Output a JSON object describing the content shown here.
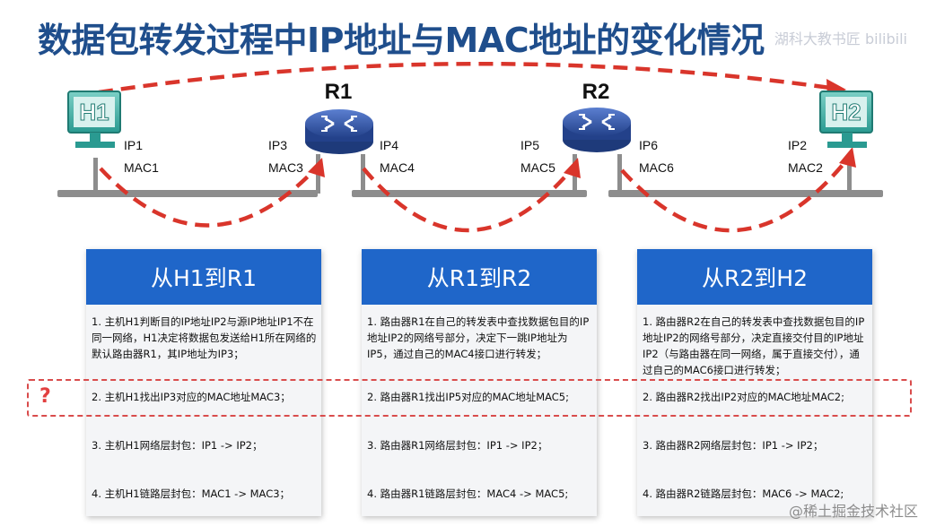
{
  "title": "数据包转发过程中IP地址与MAC地址的变化情况",
  "watermark_top": "湖科大教书匠 bilibili",
  "watermark_bottom": "@稀土掘金技术社区",
  "hosts": {
    "h1": {
      "label": "H1"
    },
    "h2": {
      "label": "H2"
    }
  },
  "routers": {
    "r1": {
      "label": "R1"
    },
    "r2": {
      "label": "R2"
    }
  },
  "interfaces": [
    {
      "ip": "IP1",
      "mac": "MAC1"
    },
    {
      "ip": "IP3",
      "mac": "MAC3"
    },
    {
      "ip": "IP4",
      "mac": "MAC4"
    },
    {
      "ip": "IP5",
      "mac": "MAC5"
    },
    {
      "ip": "IP6",
      "mac": "MAC6"
    },
    {
      "ip": "IP2",
      "mac": "MAC2"
    }
  ],
  "question_mark": "?",
  "cards": [
    {
      "title": "从H1到R1",
      "steps": [
        "1. 主机H1判断目的IP地址IP2与源IP地址IP1不在同一网络，H1决定将数据包发送给H1所在网络的默认路由器R1，其IP地址为IP3；",
        "2. 主机H1找出IP3对应的MAC地址MAC3；",
        "3. 主机H1网络层封包：IP1 -> IP2；",
        "4. 主机H1链路层封包：MAC1 -> MAC3；"
      ]
    },
    {
      "title": "从R1到R2",
      "steps": [
        "1. 路由器R1在自己的转发表中查找数据包目的IP地址IP2的网络号部分，决定下一跳IP地址为IP5，通过自己的MAC4接口进行转发；",
        "2. 路由器R1找出IP5对应的MAC地址MAC5;",
        "3. 路由器R1网络层封包：IP1 -> IP2；",
        "4. 路由器R1链路层封包：MAC4 -> MAC5;"
      ]
    },
    {
      "title": "从R2到H2",
      "steps": [
        "1. 路由器R2在自己的转发表中查找数据包目的IP地址IP2的网络号部分，决定直接交付目的IP地址IP2（与路由器在同一网络，属于直接交付），通过自己的MAC6接口进行转发；",
        "2. 路由器R2找出IP2对应的MAC地址MAC2;",
        "3. 路由器R2网络层封包：IP1 -> IP2；",
        "4. 路由器R2链路层封包：MAC6 -> MAC2;"
      ]
    }
  ],
  "colors": {
    "title": "#1f4e8c",
    "card_header": "#1f66c9",
    "arrow": "#d9352b",
    "host": "#2aa39a",
    "router": "#2f4f9a",
    "highlight_box": "#d94c4c"
  }
}
